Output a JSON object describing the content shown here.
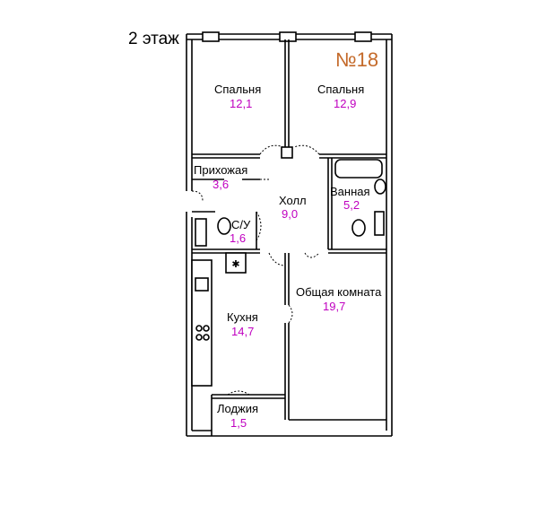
{
  "floor_label": "2 этаж",
  "apartment_number": "№18",
  "colors": {
    "wall": "#000000",
    "area_text": "#c000c0",
    "number": "#c46a2a"
  },
  "rooms": [
    {
      "name": "Спальня",
      "area": "12,1"
    },
    {
      "name": "Спальня",
      "area": "12,9"
    },
    {
      "name": "Прихожая",
      "area": "3,6"
    },
    {
      "name": "Холл",
      "area": "9,0"
    },
    {
      "name": "Ванная",
      "area": "5,2"
    },
    {
      "name": "С/У",
      "area": "1,6"
    },
    {
      "name": "Кухня",
      "area": "14,7"
    },
    {
      "name": "Общая комната",
      "area": "19,7"
    },
    {
      "name": "Лоджия",
      "area": "1,5"
    }
  ]
}
